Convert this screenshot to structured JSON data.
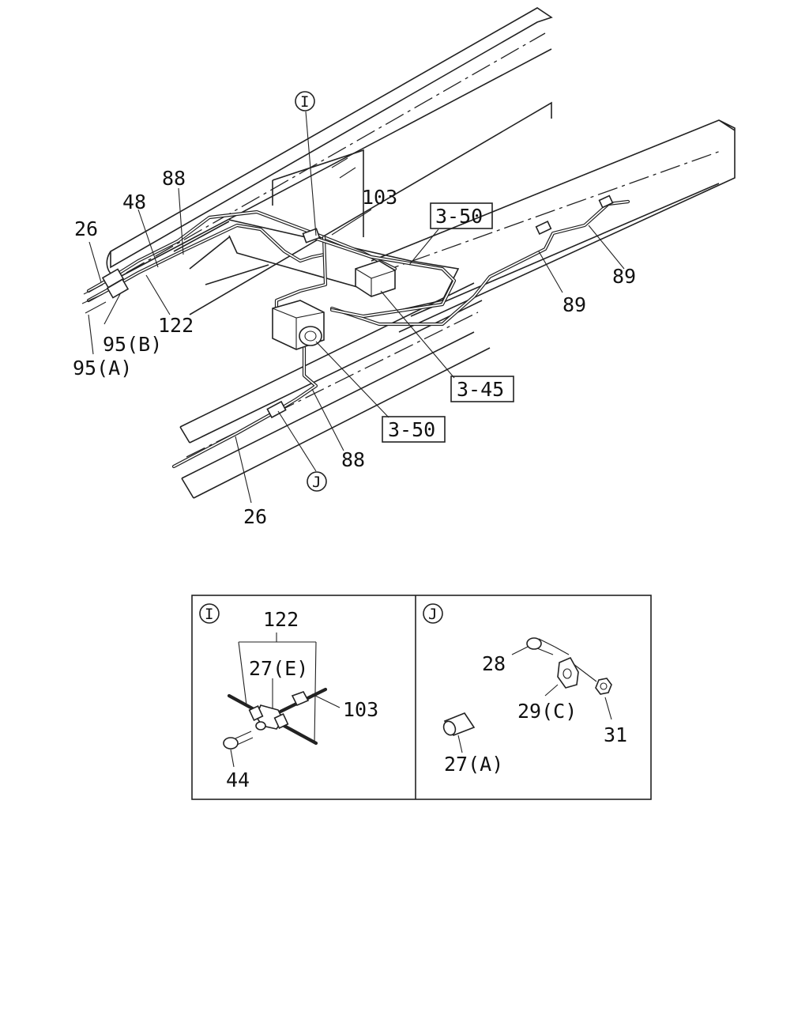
{
  "main_callouts": [
    {
      "id": "c-88-upper",
      "text": "88"
    },
    {
      "id": "c-48",
      "text": "48"
    },
    {
      "id": "c-26-upper",
      "text": "26"
    },
    {
      "id": "c-103",
      "text": "103"
    },
    {
      "id": "c-95b",
      "text": "95(B)"
    },
    {
      "id": "c-122",
      "text": "122"
    },
    {
      "id": "c-95a",
      "text": "95(A)"
    },
    {
      "id": "c-89-right",
      "text": "89"
    },
    {
      "id": "c-89-mid",
      "text": "89"
    },
    {
      "id": "c-88-lower",
      "text": "88"
    },
    {
      "id": "c-26-lower",
      "text": "26"
    }
  ],
  "ref_boxes": [
    {
      "id": "ref-3-50-top",
      "text": "3-50"
    },
    {
      "id": "ref-3-45",
      "text": "3-45"
    },
    {
      "id": "ref-3-50-bottom",
      "text": "3-50"
    }
  ],
  "detail_markers": {
    "i": "I",
    "j": "J"
  },
  "detail_i": {
    "marker": "I",
    "labels": {
      "p122": "122",
      "p27e": "27(E)",
      "p103": "103",
      "p44": "44"
    }
  },
  "detail_j": {
    "marker": "J",
    "labels": {
      "p28": "28",
      "p29c": "29(C)",
      "p31": "31",
      "p27a": "27(A)"
    }
  }
}
